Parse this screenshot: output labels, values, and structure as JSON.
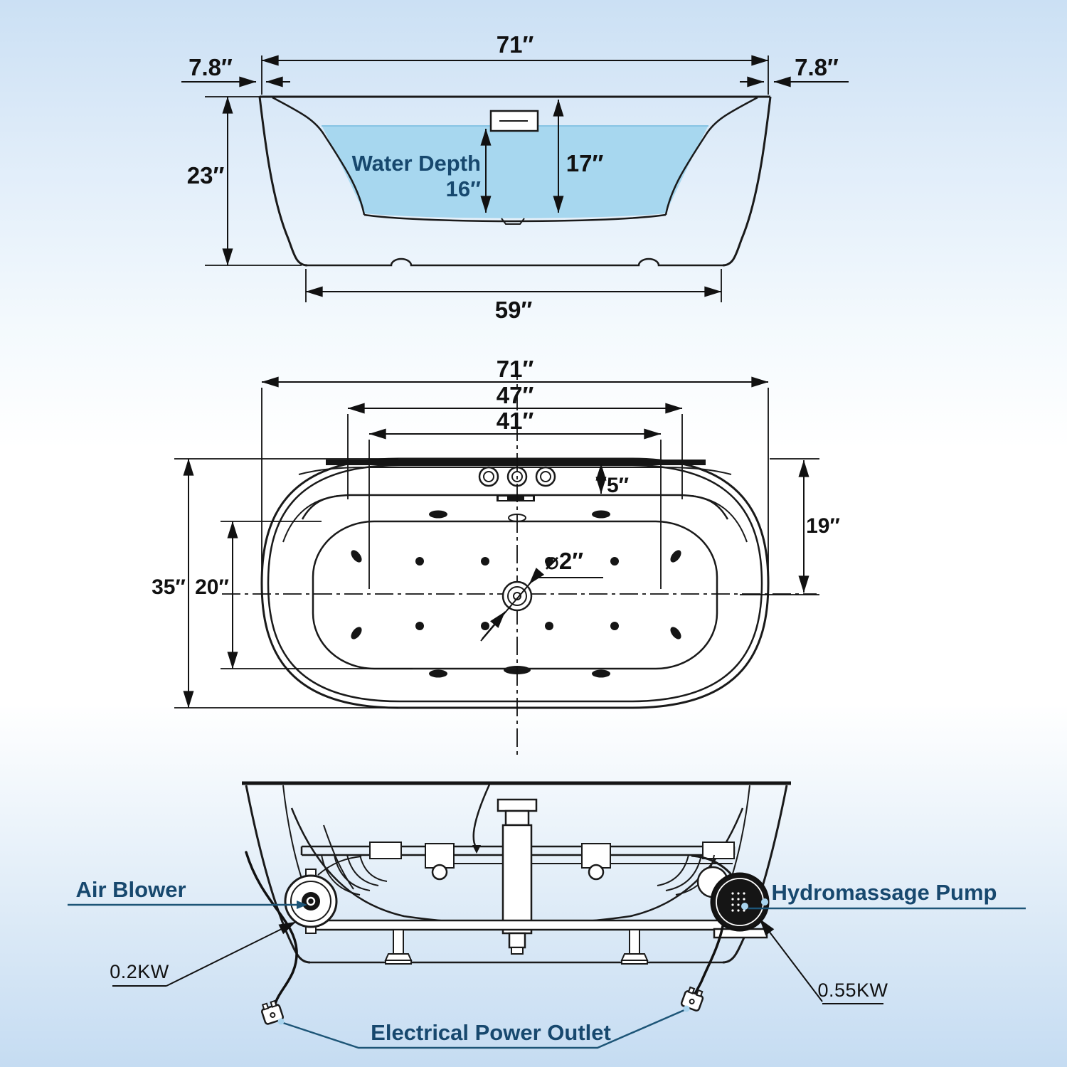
{
  "title": "Whirlpool bathtub dimension diagram",
  "colors": {
    "water": "#a7d7ef",
    "label_blue": "#17486e",
    "rule_blue": "#1d5577",
    "line": "#1a1a1a",
    "plug_dot": "#a9d4ee",
    "bg_top": "#cbe0f4",
    "bg_mid": "#ffffff",
    "bg_bottom": "#c5dcf2"
  },
  "side_view": {
    "overall_width": "71″",
    "rim_left": "7.8″",
    "rim_right": "7.8″",
    "height": "23″",
    "water_depth_label": "Water Depth",
    "water_depth_value": "16″",
    "inner_depth": "17″",
    "base_width": "59″"
  },
  "plan_view": {
    "overall_length": "71″",
    "deck_span": "47″",
    "basin_length": "41″",
    "deck_depth": "5″",
    "end_to_center": "19″",
    "overall_width": "35″",
    "basin_width": "20″",
    "drain_diameter": "⌀2″"
  },
  "bottom_view": {
    "air_blower": "Air Blower",
    "air_blower_power": "0.2KW",
    "pump": "Hydromassage Pump",
    "pump_power": "0.55KW",
    "outlet": "Electrical Power Outlet"
  }
}
